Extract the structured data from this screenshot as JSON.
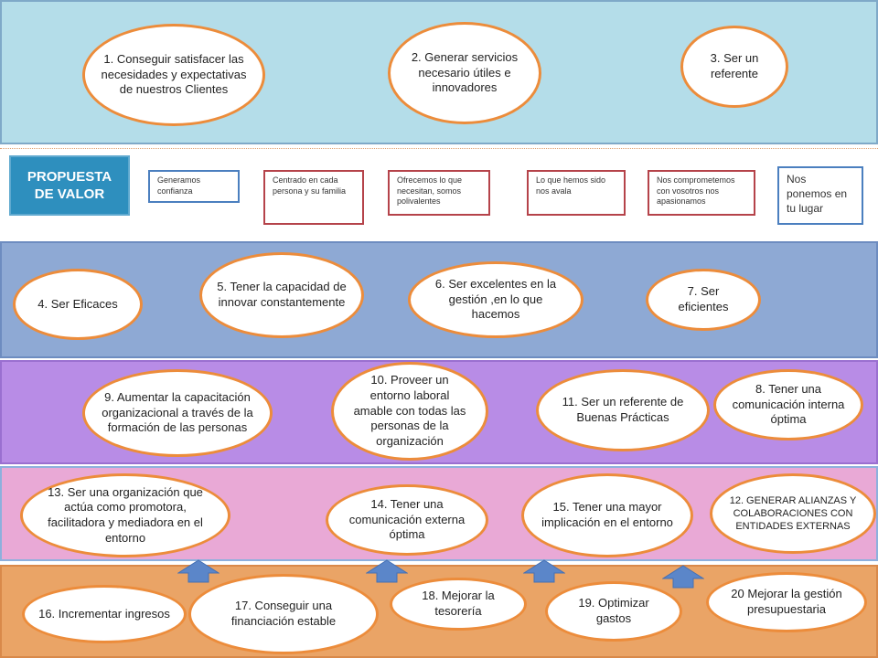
{
  "value_proposition": {
    "title": "PROPUESTA\nDE VALOR",
    "items": [
      "Generamos confianza",
      "Centrado en cada persona y su familia",
      "Ofrecemos lo que necesitan, somos polivalentes",
      "Lo que hemos sido nos avala",
      "Nos comprometemos con vosotros nos apasionamos",
      "Nos ponemos en tu lugar"
    ]
  },
  "objectives": {
    "o1": "1. Conseguir satisfacer las necesidades y expectativas de nuestros Clientes",
    "o2": "2. Generar servicios necesario útiles e innovadores",
    "o3": "3. Ser un referente",
    "o4": "4. Ser Eficaces",
    "o5": "5. Tener la capacidad de innovar constantemente",
    "o6": "6. Ser excelentes en la gestión ,en lo que hacemos",
    "o7": "7. Ser eficientes",
    "o8": "8. Tener una comunicación interna óptima",
    "o9": "9. Aumentar la capacitación organizacional a través de la formación de las personas",
    "o10": "10. Proveer un entorno laboral amable con todas las personas de la organización",
    "o11": "11. Ser un referente de Buenas Prácticas",
    "o12": "12. GENERAR ALIANZAS Y COLABORACIONES CON ENTIDADES EXTERNAS",
    "o13": "13. Ser una organización que actúa como promotora, facilitadora y mediadora en el entorno",
    "o14": "14. Tener una comunicación externa óptima",
    "o15": "15. Tener una mayor implicación en el entorno",
    "o16": "16. Incrementar ingresos",
    "o17": "17. Conseguir una financiación estable",
    "o18": "18. Mejorar la tesorería",
    "o19": "19. Optimizar gastos",
    "o20": "20 Mejorar la gestión presupuestaria"
  },
  "colors": {
    "ellipse_border": "#ec8c3b",
    "band_clients": "#b4dde9",
    "band_processes": "#8ea9d4",
    "band_people": "#b88ce6",
    "band_alliances": "#e9a9d6",
    "band_finance": "#eaa466",
    "arrow": "#5b86c9"
  },
  "icons": [
    "up-arrow-icon"
  ]
}
